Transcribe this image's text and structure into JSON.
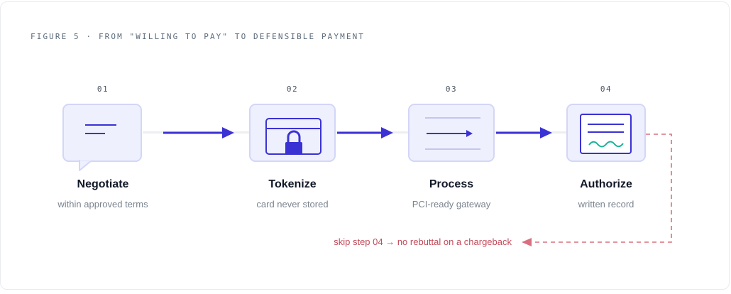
{
  "figure": {
    "caption": "FIGURE 5 · FROM \"WILLING TO PAY\" TO DEFENSIBLE PAYMENT"
  },
  "steps": [
    {
      "number": "01",
      "title": "Negotiate",
      "subtitle": "within approved terms",
      "icon": "chat-bubble-icon"
    },
    {
      "number": "02",
      "title": "Tokenize",
      "subtitle": "card never stored",
      "icon": "locked-card-icon"
    },
    {
      "number": "03",
      "title": "Process",
      "subtitle": "PCI-ready gateway",
      "icon": "gateway-arrow-icon"
    },
    {
      "number": "04",
      "title": "Authorize",
      "subtitle": "written record",
      "icon": "signed-document-icon"
    }
  ],
  "warning": {
    "text": "skip step 04 → no rebuttal on a chargeback"
  },
  "colors": {
    "accent": "#3b32d4",
    "box_fill": "#eef0fd",
    "box_border": "#d3d6f7",
    "warning": "#d06070",
    "signature": "#19b39a"
  }
}
